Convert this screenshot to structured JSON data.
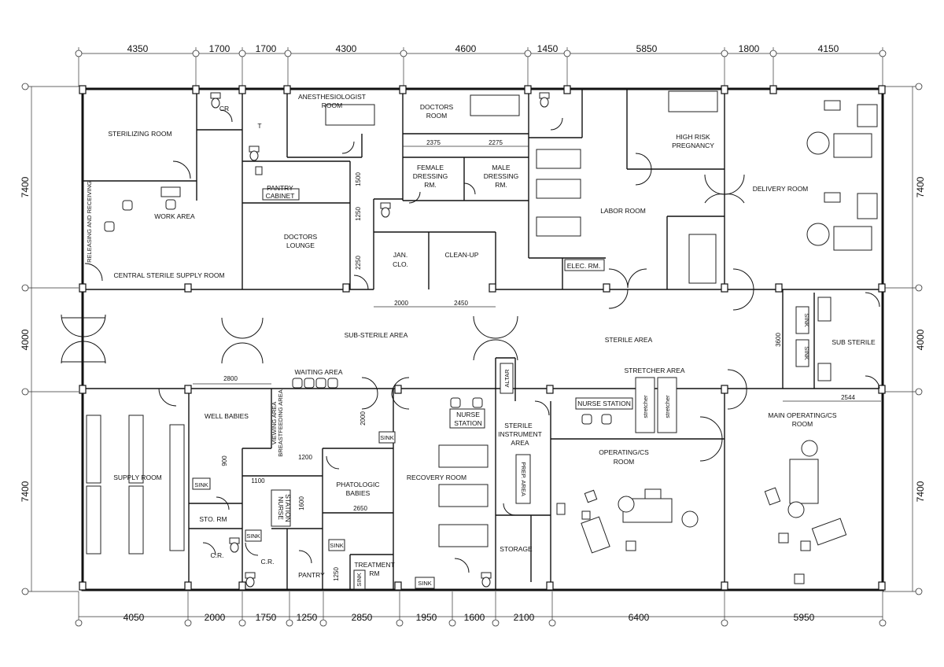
{
  "dimensions": {
    "top": [
      "4350",
      "1700",
      "1700",
      "4300",
      "4600",
      "1450",
      "5850",
      "1800",
      "4150"
    ],
    "bottom": [
      "4050",
      "2000",
      "1750",
      "1250",
      "2850",
      "1950",
      "1600",
      "2100",
      "6400",
      "5950"
    ],
    "left": [
      "7400",
      "4000",
      "7400"
    ],
    "right": [
      "7400",
      "4000",
      "7400"
    ],
    "interior": {
      "d2375": "2375",
      "d2275": "2275",
      "d1500": "1500",
      "d1250a": "1250",
      "d2250": "2250",
      "d2000a": "2000",
      "d2450": "2450",
      "d2800": "2800",
      "d2000b": "2000",
      "d900": "900",
      "d1200": "1200",
      "d1100": "1100",
      "d1600": "1600",
      "d2650": "2650",
      "d1250b": "1250",
      "d3600": "3600",
      "d2544": "2544"
    }
  },
  "rooms": {
    "sterilizing_room": "STERILIZING ROOM",
    "cr_top": "CR",
    "t_room": "T",
    "work_area": "WORK AREA",
    "releasing_receiving": "RELEASING AND RECEIVING",
    "central_sterile_supply": "CENTRAL STERILE SUPPLY ROOM",
    "anesthesiologist_room_1": "ANESTHESIOLOGIST",
    "anesthesiologist_room_2": "ROOM",
    "pantry_cabinet_1": "PANTRY",
    "pantry_cabinet_2": "CABINET",
    "doctors_lounge_1": "DOCTORS",
    "doctors_lounge_2": "LOUNGE",
    "doctors_room_1": "DOCTORS",
    "doctors_room_2": "ROOM",
    "female_dressing_1": "FEMALE",
    "female_dressing_2": "DRESSING",
    "female_dressing_3": "RM.",
    "male_dressing_1": "MALE",
    "male_dressing_2": "DRESSING",
    "male_dressing_3": "RM.",
    "jan_clo_1": "JAN.",
    "jan_clo_2": "CLO.",
    "clean_up": "CLEAN-UP",
    "labor_room": "LABOR ROOM",
    "high_risk_1": "HIGH RISK",
    "high_risk_2": "PREGNANCY",
    "delivery_room": "DELIVERY ROOM",
    "elec_rm": "ELEC. RM.",
    "sub_sterile_area": "SUB-STERILE AREA",
    "sterile_area": "STERILE AREA",
    "sub_sterile": "SUB STERILE",
    "sink_top_1": "SINK",
    "sink_top_2": "SINK",
    "waiting_area": "WAITING AREA",
    "altar": "ALTAR",
    "stretcher_area": "STRETCHER AREA",
    "nurse_station_top": "NURSE STATION",
    "stretcher_1": "stretcher",
    "stretcher_2": "stretcher",
    "supply_room": "SUPPLY ROOM",
    "well_babies": "WELL BABIES",
    "viewing_area": "VIEWING AREA",
    "breastfeeding_area": "BREASTFEEDING AREA",
    "sink_wb": "SINK",
    "sink_nb": "SINK",
    "sink_pb": "SINK",
    "sink_cr": "SINK",
    "sink_tr": "SINK",
    "sink_rec": "SINK",
    "nurse_station_vert_1": "NURSE",
    "nurse_station_vert_2": "STATION",
    "phatologic_1": "PHATOLOGIC",
    "phatologic_2": "BABIES",
    "sto_rm": "STO. RM",
    "cr_left": "C.R.",
    "cr_right": "C.R.",
    "pantry": "PANTRY",
    "treatment_1": "TREATMENT",
    "treatment_2": "RM",
    "nurse_station_rec_1": "NURSE",
    "nurse_station_rec_2": "STATION",
    "recovery_room": "RECOVERY ROOM",
    "sterile_instr_1": "STERILE",
    "sterile_instr_2": "INSTRUMENT",
    "sterile_instr_3": "AREA",
    "prep_area": "PREP. AREA",
    "storage": "STORAGE",
    "or_cs_1": "OPERATING/CS",
    "or_cs_2": "ROOM",
    "main_or_1": "MAIN OPERATING/CS",
    "main_or_2": "ROOM"
  }
}
